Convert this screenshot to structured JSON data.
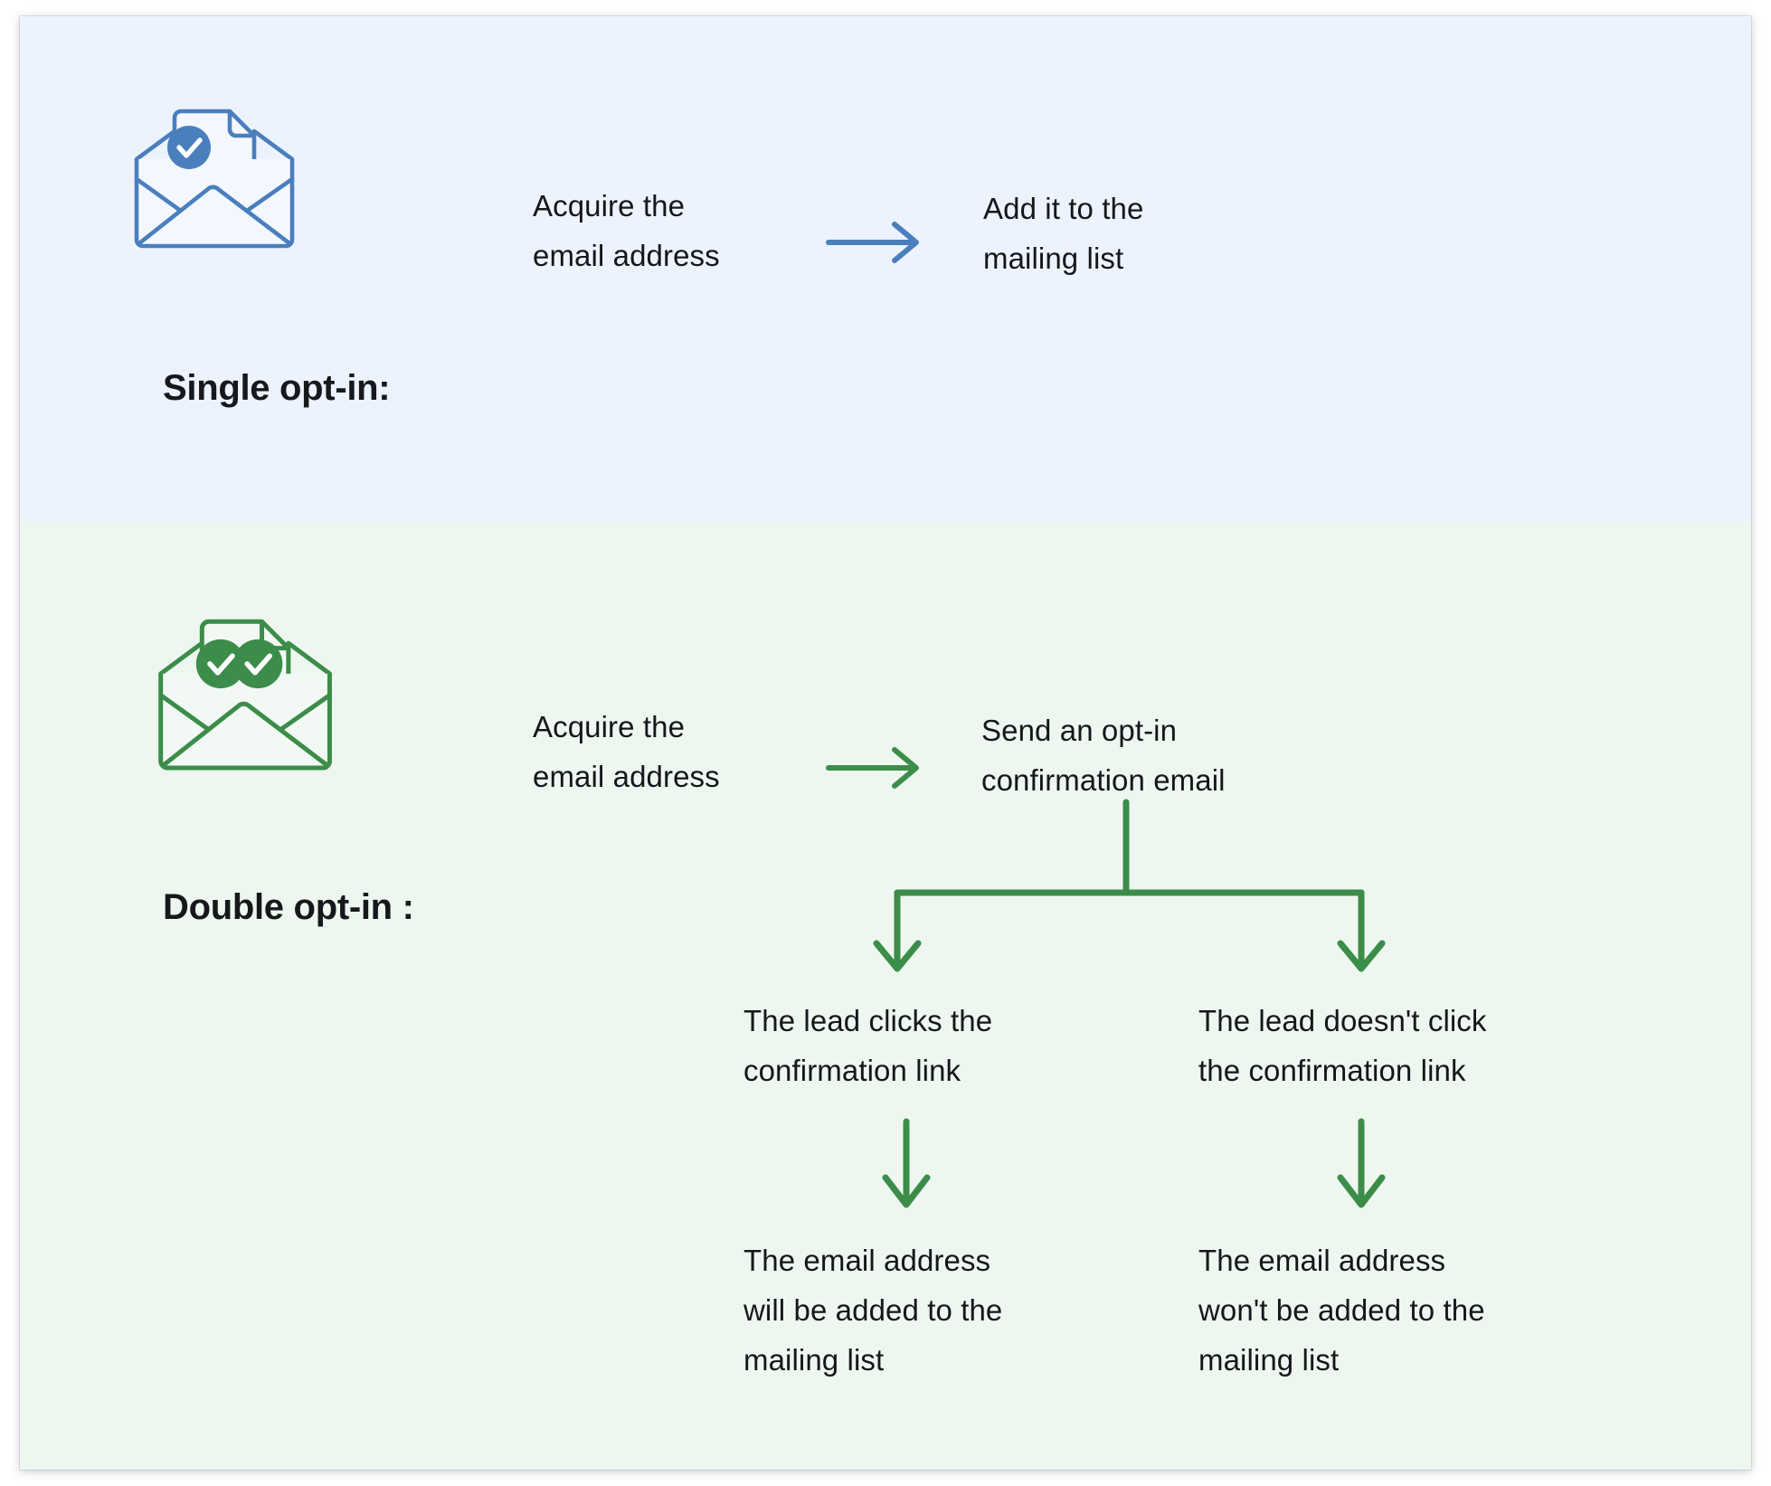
{
  "figure": {
    "title_hidden": "",
    "background": "#ffffff",
    "sections": [
      {
        "id": "single-opt-in",
        "heading": "Single opt-in:",
        "background": "#edf3fe",
        "accent": "#4a7fbd",
        "icon": "envelope-single-check-icon",
        "steps": [
          {
            "id": "acquire",
            "text": "Acquire the\nemail address"
          },
          {
            "id": "add-to-list",
            "text": "Add it to the\nmailing list"
          }
        ],
        "connectors": [
          {
            "id": "arrow-acquire-to-add",
            "type": "arrow-right",
            "color": "#4a7fbd"
          }
        ]
      },
      {
        "id": "double-opt-in",
        "heading": "Double opt-in :",
        "background": "#edf7f0",
        "accent": "#3c8c4a",
        "icon": "envelope-double-check-icon",
        "steps": [
          {
            "id": "acquire",
            "text": "Acquire the\nemail address"
          },
          {
            "id": "send-confirmation",
            "text": "Send an opt-in\nconfirmation email"
          },
          {
            "id": "lead-clicks",
            "text": "The lead clicks the\nconfirmation link"
          },
          {
            "id": "lead-doesnt-click",
            "text": "The lead doesn't click\nthe confirmation link"
          },
          {
            "id": "will-be-added",
            "text": "The email address\nwill be added to the\nmailing list"
          },
          {
            "id": "wont-be-added",
            "text": "The email address\nwon't be added to the\nmailing list"
          }
        ],
        "connectors": [
          {
            "id": "arrow-acquire-to-send",
            "type": "arrow-right",
            "color": "#3c8c4a"
          },
          {
            "id": "branch-split",
            "type": "tree-split",
            "color": "#3c8c4a"
          },
          {
            "id": "arrow-clicks-down",
            "type": "arrow-down",
            "color": "#3c8c4a"
          },
          {
            "id": "arrow-noclick-down",
            "type": "arrow-down",
            "color": "#3c8c4a"
          }
        ]
      }
    ],
    "colors": {
      "blue_bg": "#edf3fe",
      "green_bg": "#edf7f0",
      "blue_accent": "#4a7fbd",
      "green_accent": "#3c8c4a",
      "text": "#15171a"
    }
  }
}
